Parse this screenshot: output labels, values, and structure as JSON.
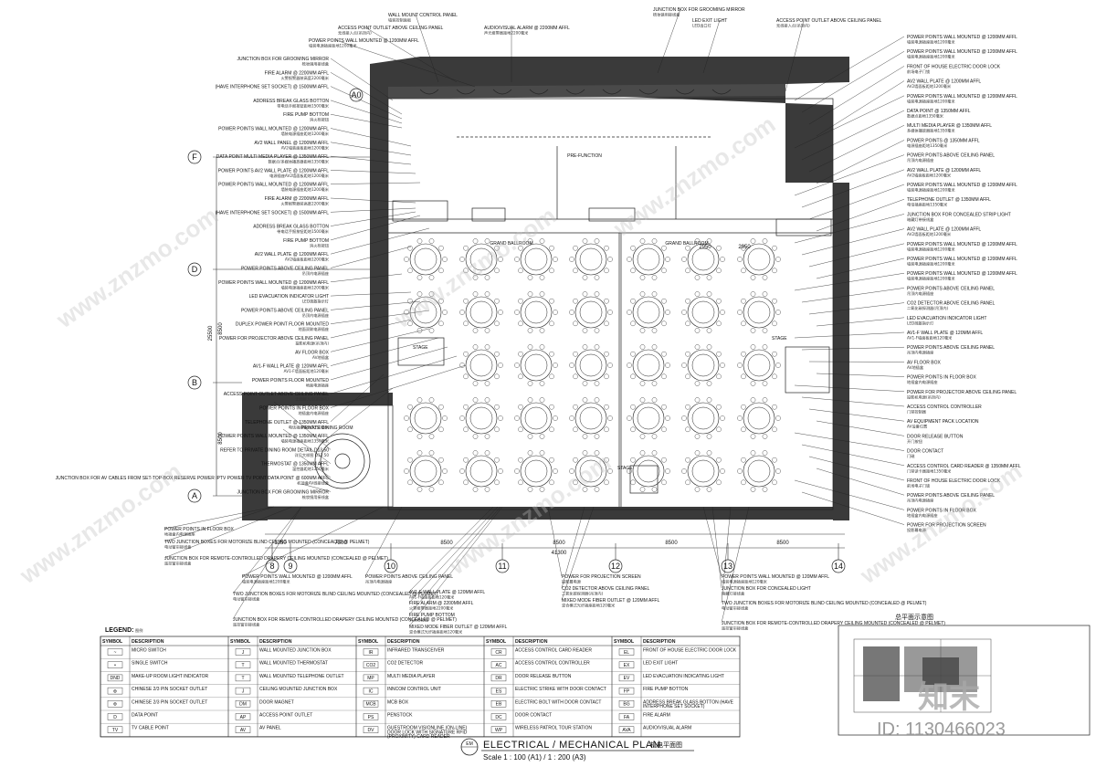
{
  "drawing": {
    "title": "ELECTRICAL / MECHANICAL PLAN",
    "title_cn": "机电平面图",
    "scale": "Scale 1 : 100 (A1) / 1 : 200 (A3)",
    "badge": "EM",
    "id_text": "ID: 1130466023",
    "logo_text": "知末",
    "watermark": "www.znzmo.com",
    "mini_title": "总平面示意图"
  },
  "rooms": {
    "pre_function": "PRE-FUNCTION",
    "grand_ballroom_1": "GRAND BALLROOM",
    "grand_ballroom_2": "GRAND BALLROOM",
    "private_dining": "PRIVATE DINING ROOM",
    "stage_1": "STAGE",
    "stage_2": "STAGE",
    "stage_3": "STAGE"
  },
  "gridlines": {
    "bottom": [
      "8",
      "9",
      "10",
      "11",
      "12",
      "13",
      "14"
    ],
    "left": [
      "F",
      "D",
      "B",
      "A"
    ],
    "top_left": "A0"
  },
  "dimensions": {
    "bottom": [
      "1350",
      "7300",
      "8500",
      "8500",
      "8500",
      "8500"
    ],
    "bottom_total": "41300",
    "left_total": "25500",
    "left_mid": "8500",
    "left_low": "8500",
    "top_right": [
      "2950",
      "2950"
    ]
  },
  "callouts_left": [
    {
      "en": "JUNCTION BOX FOR GROOMING MIRROR",
      "cn": "梳妆镜用接线盒"
    },
    {
      "en": "FIRE ALARM @ 2200MM AFFL",
      "cn": "火警报警器装高度2200毫米"
    },
    {
      "en": "(HAVE INTERPHONE SET SOCKET) @ 1500MM AFFL",
      "cn": ""
    },
    {
      "en": "ADDRESS BREAK GLASS BOTTON",
      "cn": "带电话手报按钮距地1500毫米"
    },
    {
      "en": "FIRE PUMP BOTTOM",
      "cn": "消火栓按钮"
    },
    {
      "en": "POWER POINTS WALL MOUNTED @ 1200MM AFFL",
      "cn": "墙装电源插座距地1200毫米"
    },
    {
      "en": "AV2 WALL PANEL @ 1200MM AFFL",
      "cn": "AV2墙装面板距地1200毫米"
    },
    {
      "en": "DATA POINT MULTI MEDIA PLAYER @ 1350MM AFFL",
      "cn": "数据点/多媒体播放器距地1350毫米"
    },
    {
      "en": "POWER POINTS AV2 WALL PLATE @ 1200MM AFFL",
      "cn": "电源插座AV2墙面板距地1200毫米"
    },
    {
      "en": "POWER POINTS WALL MOUNTED @ 1200MM AFFL",
      "cn": "墙装电源插座距地1200毫米"
    },
    {
      "en": "FIRE ALARM @ 2200MM AFFL",
      "cn": "火警报警器装高度2200毫米"
    },
    {
      "en": "(HAVE INTERPHONE SET SOCKET) @ 1500MM AFFL",
      "cn": ""
    },
    {
      "en": "ADDRESS BREAK GLASS BOTTON",
      "cn": "带电话手报按钮距地1500毫米"
    },
    {
      "en": "FIRE PUMP BOTTOM",
      "cn": "消火栓按钮"
    },
    {
      "en": "AV2 WALL PLATE @ 1200MM AFFL",
      "cn": "AV2墙面板距地1200毫米"
    },
    {
      "en": "POWER POINTS ABOVE CEILING PANEL",
      "cn": "吊顶内电源插座"
    },
    {
      "en": "POWER POINTS WALL MOUNTED @ 1200MM AFFL",
      "cn": "墙装电源插座距地1200毫米"
    },
    {
      "en": "LED EVACUATION INDICATOR LIGHT",
      "cn": "LED疏散指示灯"
    },
    {
      "en": "POWER POINTS ABOVE CEILING PANEL",
      "cn": "吊顶内电源插座"
    },
    {
      "en": "DUPLEX POWER POINT FLOOR MOUNTED",
      "cn": "地面双联电源插座"
    },
    {
      "en": "POWER FOR PROJECTOR ABOVE CEILING PANEL",
      "cn": "投影机电源(吊顶内)"
    },
    {
      "en": "AV FLOOR BOX",
      "cn": "AV地插盒"
    },
    {
      "en": "AV1-F WALL PLATE @ 120MM AFFL",
      "cn": "AV1-F墙面板距地120毫米"
    },
    {
      "en": "POWER POINTS FLOOR MOUNTED",
      "cn": "地面电源插座"
    },
    {
      "en": "ACCESS POINT OUTLET ABOVE CEILING PANEL",
      "cn": "无线接入点(吊顶内)"
    },
    {
      "en": "POWER POINTS IN FLOOR BOX",
      "cn": "地插盒内电源插座"
    },
    {
      "en": "TELEPHONE OUTLET @ 1350MM AFFL",
      "cn": "电话插座距地1350毫米"
    },
    {
      "en": "POWER POINTS WALL MOUNTED @ 1350MM AFFL",
      "cn": "墙装电源插座距地1350毫米"
    },
    {
      "en": "REFER TO PRIVATE DINING ROOM DETAIL D13.50",
      "cn": "详见大样图 D13.50"
    },
    {
      "en": "THERMOSTAT @ 1350MM AFFL",
      "cn": "温控器距地1350毫米"
    },
    {
      "en": "JUNCTION BOX FOR AV CABLES FROM SET-TOP-BOX RESERVE POWER IPTV POWER TV POINT DATA POINT @ 600MM AFFL",
      "cn": "机顶盒AV线接线盒"
    },
    {
      "en": "JUNCTION BOX FOR GROOMING MIRROR",
      "cn": "梳妆镜用接线盒"
    }
  ],
  "callouts_top": [
    {
      "en": "WALL MOUNT CONTROL PANEL",
      "cn": "墙装控制面板"
    },
    {
      "en": "ACCESS POINT OUTLET ABOVE CEILING PANEL",
      "cn": "无线接入点(吊顶内)"
    },
    {
      "en": "POWER POINTS WALL MOUNTED @ 1200MM AFFL",
      "cn": "墙装电源插座距地1200毫米"
    },
    {
      "en": "AUDIO/VISUAL ALARM @ 2200MM AFFL",
      "cn": "声光报警器距地2200毫米"
    },
    {
      "en": "JUNCTION BOX FOR GROOMING MIRROR",
      "cn": "梳妆镜用接线盒"
    },
    {
      "en": "LED EXIT LIGHT",
      "cn": "LED出口灯"
    },
    {
      "en": "ACCESS POINT OUTLET ABOVE CEILING PANEL",
      "cn": "无线接入点(吊顶内)"
    }
  ],
  "callouts_right": [
    {
      "en": "POWER POINTS WALL MOUNTED @ 1200MM AFFL",
      "cn": "墙装电源插座距地1200毫米"
    },
    {
      "en": "POWER POINTS WALL MOUNTED @ 1200MM AFFL",
      "cn": "墙装电源插座距地1200毫米"
    },
    {
      "en": "FRONT OF HOUSE ELECTRIC DOOR LOCK",
      "cn": "前场电子门锁"
    },
    {
      "en": "AV2 WALL PLATE @ 1200MM AFFL",
      "cn": "AV2墙面板距地1200毫米"
    },
    {
      "en": "POWER POINTS WALL MOUNTED @ 1200MM AFFL",
      "cn": "墙装电源插座距地1200毫米"
    },
    {
      "en": "DATA POINT @ 1350MM AFFL",
      "cn": "数据点距地1350毫米"
    },
    {
      "en": "MULTI MEDIA PLAYER @ 1350MM AFFL",
      "cn": "多媒体播放器距地1350毫米"
    },
    {
      "en": "POWER POINTS @ 1350MM AFFL",
      "cn": "电源插座距地1350毫米"
    },
    {
      "en": "POWER POINTS ABOVE CEILING PANEL",
      "cn": "吊顶内电源插座"
    },
    {
      "en": "AV2 WALL PLATE @ 1200MM AFFL",
      "cn": "AV2墙面板距地1200毫米"
    },
    {
      "en": "POWER POINTS WALL MOUNTED @ 1200MM AFFL",
      "cn": "墙装电源插座距地1200毫米"
    },
    {
      "en": "TELEPHONE OUTLET @ 1350MM AFFL",
      "cn": "电话插座距地1350毫米"
    },
    {
      "en": "JUNCTION BOX FOR CONCEALED STRIP LIGHT",
      "cn": "暗藏灯带接线盒"
    },
    {
      "en": "AV2 WALL PLATE @ 1200MM AFFL",
      "cn": "AV2墙面板距地1200毫米"
    },
    {
      "en": "POWER POINTS WALL MOUNTED @ 1200MM AFFL",
      "cn": "墙装电源插座距地1200毫米"
    },
    {
      "en": "POWER POINTS WALL MOUNTED @ 1200MM AFFL",
      "cn": "墙装电源插座距地1200毫米"
    },
    {
      "en": "POWER POINTS WALL MOUNTED @ 1200MM AFFL",
      "cn": "墙装电源插座距地1200毫米"
    },
    {
      "en": "POWER POINTS ABOVE CEILING PANEL",
      "cn": "吊顶内电源插座"
    },
    {
      "en": "CO2 DETECTOR ABOVE CEILING PANEL",
      "cn": "二氧化碳探测器(吊顶内)"
    },
    {
      "en": "LED EVACUATION INDICATOR LIGHT",
      "cn": "LED疏散指示灯"
    },
    {
      "en": "AV1-F WALL PLATE @ 120MM AFFL",
      "cn": "AV1-F墙面板距地120毫米"
    },
    {
      "en": "POWER POINTS ABOVE CEILING PANEL",
      "cn": "吊顶内电源插座"
    },
    {
      "en": "AV FLOOR BOX",
      "cn": "AV地插盒"
    },
    {
      "en": "POWER POINTS IN FLOOR BOX",
      "cn": "地插盒内电源插座"
    },
    {
      "en": "POWER FOR PROJECTOR ABOVE CEILING PANEL",
      "cn": "投影机电源(吊顶内)"
    },
    {
      "en": "ACCESS CONTROL CONTROLLER",
      "cn": "门禁控制器"
    },
    {
      "en": "AV EQUIPMENT PACK LOCATION",
      "cn": "AV设备位置"
    },
    {
      "en": "DOOR RELEASE BUTTON",
      "cn": "开门按钮"
    },
    {
      "en": "DOOR CONTACT",
      "cn": "门磁"
    },
    {
      "en": "ACCESS CONTROL CARD READER @ 1350MM AFFL",
      "cn": "门禁读卡器距地1350毫米"
    },
    {
      "en": "FRONT OF HOUSE ELECTRIC DOOR LOCK",
      "cn": "前场电子门锁"
    },
    {
      "en": "POWER POINTS ABOVE CEILING PANEL",
      "cn": "吊顶内电源插座"
    },
    {
      "en": "POWER POINTS IN FLOOR BOX",
      "cn": "地插盒内电源插座"
    },
    {
      "en": "POWER FOR PROJECTION SCREEN",
      "cn": "投影幕电源"
    }
  ],
  "callouts_bottom": [
    {
      "en": "POWER POINTS IN FLOOR BOX",
      "cn": "地插盒内电源插座"
    },
    {
      "en": "TWO JUNCTION BOXES FOR MOTORIZE BLIND CEILING MOUNTED (CONCEALED @ PELMET)",
      "cn": "电动窗帘接线盒"
    },
    {
      "en": "JUNCTION BOX FOR REMOTE-CONTROLLED DRAPERY CEILING MOUNTED (CONCEALED @ PELMET)",
      "cn": "遥控窗帘接线盒"
    },
    {
      "en": "POWER POINTS WALL MOUNTED @ 1200MM AFFL",
      "cn": "墙装电源插座距地1200毫米"
    },
    {
      "en": "TWO JUNCTION BOXES FOR MOTORIZE BLIND CEILING MOUNTED (CONCEALED @ PELMET)",
      "cn": "电动窗帘接线盒"
    },
    {
      "en": "JUNCTION BOX FOR REMOTE-CONTROLLED DRAPERY CEILING MOUNTED (CONCEALED @ PELMET)",
      "cn": "遥控窗帘接线盒"
    },
    {
      "en": "POWER POINTS ABOVE CEILING PANEL",
      "cn": "吊顶内电源插座"
    },
    {
      "en": "AV1-F WALL PLATE @ 120MM AFFL",
      "cn": "AV1-F墙面板距地120毫米"
    },
    {
      "en": "FIRE ALARM @ 2200MM AFFL",
      "cn": "火警报警器距地2200毫米"
    },
    {
      "en": "FIRE PUMP BOTTOM",
      "cn": "消火栓按钮"
    },
    {
      "en": "MIXED MODE FIBER OUTLET @ 120MM AFFL",
      "cn": "混合模式光纤插座距地120毫米"
    },
    {
      "en": "POWER FOR PROJECTION SCREEN",
      "cn": "投影幕电源"
    },
    {
      "en": "CO2 DETECTOR ABOVE CEILING PANEL",
      "cn": "二氧化碳探测器(吊顶内)"
    },
    {
      "en": "MIXED MODE FIBER OUTLET @ 120MM AFFL",
      "cn": "混合模式光纤插座距地120毫米"
    },
    {
      "en": "POWER POINTS WALL MOUNTED @ 120MM AFFL",
      "cn": "墙装电源插座距地120毫米"
    },
    {
      "en": "JUNCTION BOX FOR CONCEALED LIGHT",
      "cn": "暗藏灯接线盒"
    },
    {
      "en": "TWO JUNCTION BOXES FOR MOTORIZE BLIND CEILING MOUNTED (CONCEALED @ PELMET)",
      "cn": "电动窗帘接线盒"
    },
    {
      "en": "JUNCTION BOX FOR REMOTE-CONTROLLED DRAPERY CEILING MOUNTED (CONCEALED @ PELMET)",
      "cn": "遥控窗帘接线盒"
    }
  ],
  "legend": {
    "title": "LEGEND:",
    "title_cn": "图例",
    "headers": [
      "SYMBOL",
      "DESCRIPTION"
    ],
    "col1": [
      {
        "sym": "~",
        "desc": "MICRO SWITCH"
      },
      {
        "sym": "•",
        "desc": "SINGLE SWITCH"
      },
      {
        "sym": "DND",
        "desc": "MAKE-UP ROOM LIGHT INDICATOR"
      },
      {
        "sym": "⊕",
        "desc": "CHINESE 2/3 PIN SOCKET OUTLET"
      },
      {
        "sym": "⊕",
        "desc": "CHINESE 2/3 PIN SOCKET OUTLET"
      },
      {
        "sym": "D",
        "desc": "DATA POINT"
      },
      {
        "sym": "TV",
        "desc": "TV CABLE POINT"
      }
    ],
    "col2": [
      {
        "sym": "J",
        "desc": "WALL MOUNTED JUNCTION BOX"
      },
      {
        "sym": "T",
        "desc": "WALL MOUNTED THERMOSTAT"
      },
      {
        "sym": "T",
        "desc": "WALL MOUNTED TELEPHONE OUTLET"
      },
      {
        "sym": "J",
        "desc": "CEILING MOUNTED JUNCTION BOX"
      },
      {
        "sym": "DM",
        "desc": "DOOR MAGNET"
      },
      {
        "sym": "AP",
        "desc": "ACCESS POINT OUTLET"
      },
      {
        "sym": "AV",
        "desc": "AV PANEL"
      }
    ],
    "col3": [
      {
        "sym": "IR",
        "desc": "INFRARED TRANSCEIVER"
      },
      {
        "sym": "CO2",
        "desc": "CO2 DETECTOR"
      },
      {
        "sym": "MP",
        "desc": "MULTI MEDIA PLAYER"
      },
      {
        "sym": "IC",
        "desc": "INNCOM CONTROL UNIT"
      },
      {
        "sym": "MCB",
        "desc": "MCB BOX"
      },
      {
        "sym": "PS",
        "desc": "PENSTOCK"
      },
      {
        "sym": "DV",
        "desc": "GUESTROOM VISIONLINE (ON-LINE) DOOR LOCK WITH SIGNATURE RFID (PROXIMITY) CARD READER"
      }
    ],
    "col4": [
      {
        "sym": "CR",
        "desc": "ACCESS CONTROL CARD READER"
      },
      {
        "sym": "AC",
        "desc": "ACCESS CONTROL CONTROLLER"
      },
      {
        "sym": "DR",
        "desc": "DOOR RELEASE BUTTON"
      },
      {
        "sym": "ES",
        "desc": "ELECTRIC STRIKE WITH DOOR CONTACT"
      },
      {
        "sym": "EB",
        "desc": "ELECTRIC BOLT WITH DOOR CONTACT"
      },
      {
        "sym": "DC",
        "desc": "DOOR CONTACT"
      },
      {
        "sym": "WP",
        "desc": "WIRELESS PATROL TOUR STATION"
      }
    ],
    "col5": [
      {
        "sym": "EL",
        "desc": "FRONT OF HOUSE ELECTRIC DOOR LOCK"
      },
      {
        "sym": "EX",
        "desc": "LED EXIT LIGHT"
      },
      {
        "sym": "EV",
        "desc": "LED EVACUATION INDICATING LIGHT"
      },
      {
        "sym": "FP",
        "desc": "FIRE PUMP BOTTON"
      },
      {
        "sym": "BG",
        "desc": "ADDRESS BREAK GLASS BOTTON (HAVE INTERPHONE SET SOCKET)"
      },
      {
        "sym": "FA",
        "desc": "FIRE ALARM"
      },
      {
        "sym": "AVA",
        "desc": "AUDIO/VISUAL ALARM"
      }
    ]
  }
}
